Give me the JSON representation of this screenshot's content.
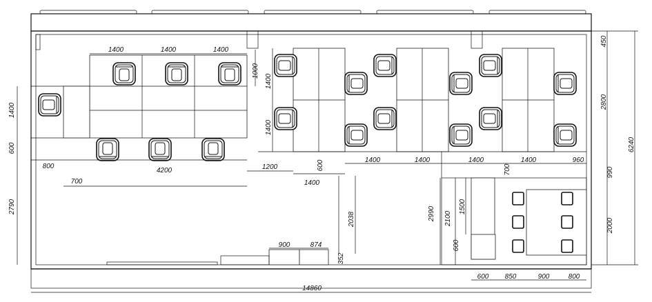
{
  "dimensions": {
    "top_row_desks": [
      "1400",
      "1400",
      "1400"
    ],
    "left_desk_depth": "1000",
    "right_block_heights": [
      "1400",
      "1400"
    ],
    "left_side": [
      "1400",
      "600",
      "2790"
    ],
    "bottom_left": [
      "800",
      "700",
      "4200",
      "1200"
    ],
    "bottom_middle": [
      "600",
      "1400"
    ],
    "bottom_right_row": [
      "1400",
      "1400",
      "1400",
      "1400",
      "960"
    ],
    "corridor_small": "700",
    "right_side": [
      "450",
      "2800",
      "990",
      "2000"
    ],
    "total_height": "6240",
    "partition_height": "2038",
    "meeting_area": [
      "2990",
      "2100",
      "1500",
      "600"
    ],
    "cabinet_widths": [
      "900",
      "874"
    ],
    "cabinet_small": "352",
    "bottom_meeting_row": [
      "600",
      "850",
      "900",
      "800"
    ],
    "total_width": "14860"
  }
}
